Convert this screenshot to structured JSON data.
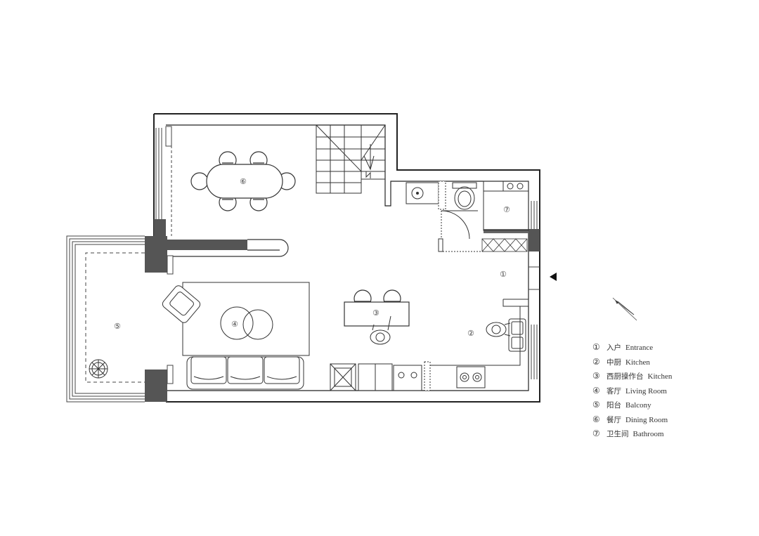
{
  "plan": {
    "room_markers": [
      "①",
      "②",
      "③",
      "④",
      "⑤",
      "⑥",
      "⑦"
    ],
    "legend": [
      {
        "num": "①",
        "zh": "入户",
        "en": "Entrance"
      },
      {
        "num": "②",
        "zh": "中厨",
        "en": "Kitchen"
      },
      {
        "num": "③",
        "zh": "西厨操作台",
        "en": "Kitchen"
      },
      {
        "num": "④",
        "zh": "客厅",
        "en": "Living Room"
      },
      {
        "num": "⑤",
        "zh": "阳台",
        "en": "Balcony"
      },
      {
        "num": "⑥",
        "zh": "餐厅",
        "en": "Dining Room"
      },
      {
        "num": "⑦",
        "zh": "卫生间",
        "en": "Bathroom"
      }
    ],
    "icons": {
      "compass": "compass-icon",
      "entrance_arrow": "entrance-arrow-icon"
    }
  }
}
